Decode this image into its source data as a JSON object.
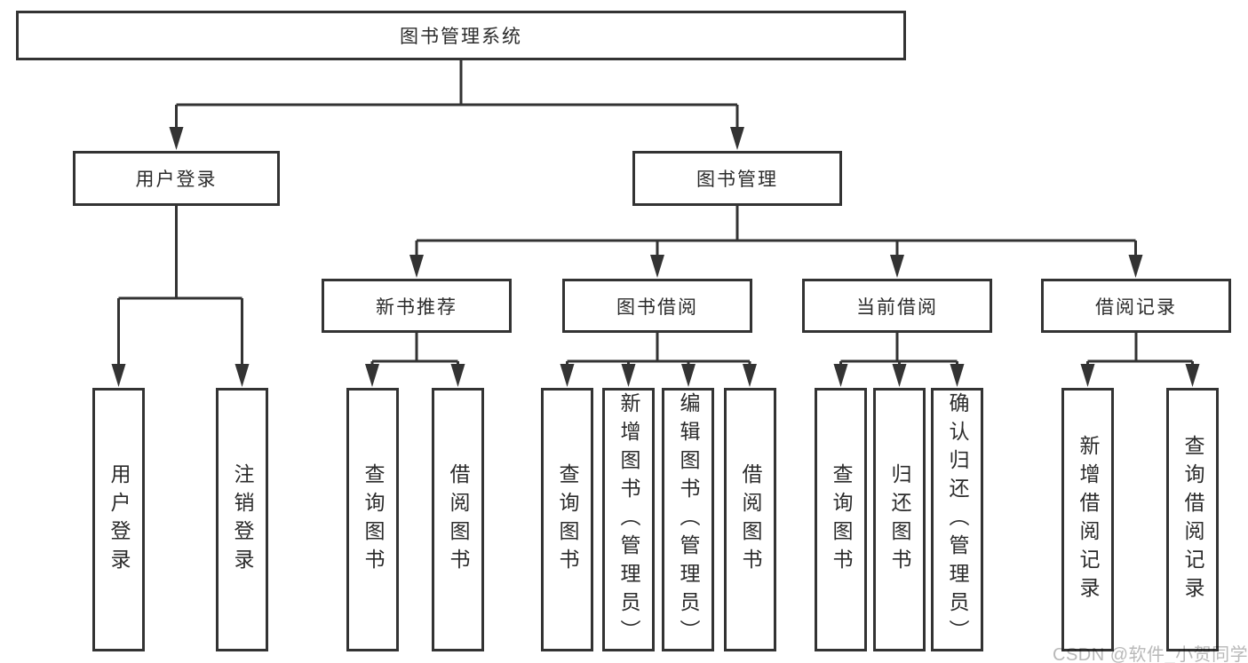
{
  "diagram": {
    "nodes": {
      "root": "图书管理系统",
      "user_login": "用户登录",
      "book_mgmt": "图书管理",
      "new_book_rec": "新书推荐",
      "book_borrow": "图书借阅",
      "current_borrow": "当前借阅",
      "borrow_record": "借阅记录",
      "leaf_user_login": "用户登录",
      "leaf_logout": "注销登录",
      "leaf_nb_query": "查询图书",
      "leaf_nb_borrow": "借阅图书",
      "leaf_bb_query": "查询图书",
      "leaf_bb_add": "新增图书（管理员）",
      "leaf_bb_edit": "编辑图书（管理员）",
      "leaf_bb_borrow": "借阅图书",
      "leaf_cb_query": "查询图书",
      "leaf_cb_return": "归还图书",
      "leaf_cb_confirm": "确认归还（管理员）",
      "leaf_br_add": "新增借阅记录",
      "leaf_br_query": "查询借阅记录"
    },
    "tree": {
      "label": "图书管理系统",
      "children": [
        {
          "label": "用户登录",
          "children": [
            {
              "label": "用户登录"
            },
            {
              "label": "注销登录"
            }
          ]
        },
        {
          "label": "图书管理",
          "children": [
            {
              "label": "新书推荐",
              "children": [
                {
                  "label": "查询图书"
                },
                {
                  "label": "借阅图书"
                }
              ]
            },
            {
              "label": "图书借阅",
              "children": [
                {
                  "label": "查询图书"
                },
                {
                  "label": "新增图书（管理员）"
                },
                {
                  "label": "编辑图书（管理员）"
                },
                {
                  "label": "借阅图书"
                }
              ]
            },
            {
              "label": "当前借阅",
              "children": [
                {
                  "label": "查询图书"
                },
                {
                  "label": "归还图书"
                },
                {
                  "label": "确认归还（管理员）"
                }
              ]
            },
            {
              "label": "借阅记录",
              "children": [
                {
                  "label": "新增借阅记录"
                },
                {
                  "label": "查询借阅记录"
                }
              ]
            }
          ]
        }
      ]
    }
  },
  "watermark": {
    "text": "CSDN @软件_小贺同学"
  },
  "colors": {
    "line": "#333333",
    "box_border": "#333333",
    "text": "#2b2b2b",
    "watermark": "#b9b9b9",
    "background": "#ffffff"
  }
}
